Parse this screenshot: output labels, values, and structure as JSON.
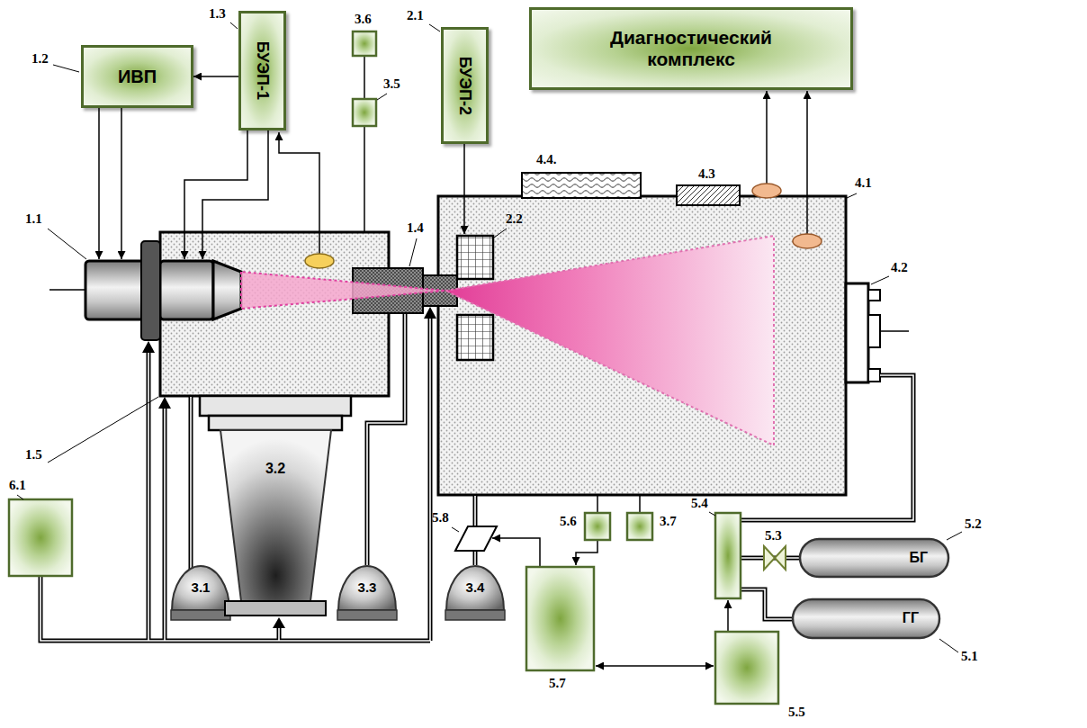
{
  "diagram": {
    "nodes": [
      {
        "text": [
          "ИВП"
        ]
      },
      {
        "text": [
          "БУЭП-1"
        ]
      },
      {
        "text": [
          "БУЭП-2"
        ]
      },
      {
        "text": [
          "Диагностический комплекс"
        ]
      },
      {
        "text": [
          "3.1"
        ]
      },
      {
        "text": [
          "3.2"
        ]
      },
      {
        "text": [
          "3.3"
        ]
      },
      {
        "text": [
          "3.4"
        ]
      },
      {
        "text": [
          "БГ"
        ]
      },
      {
        "text": [
          "ГГ"
        ]
      }
    ],
    "edges": [
      {
        "from": 1,
        "to": 0,
        "arrow": "to"
      }
    ],
    "labels": [
      "1.2",
      "1.3",
      "3.6",
      "2.1",
      "3.5",
      "1.1",
      "1.4",
      "2.2",
      "4.4.",
      "4.3",
      "4.1",
      "4.2",
      "1.5",
      "6.1",
      "5.6",
      "3.7",
      "5.8",
      "5.4",
      "5.3",
      "5.2",
      "5.1",
      "5.7",
      "5.5"
    ]
  }
}
